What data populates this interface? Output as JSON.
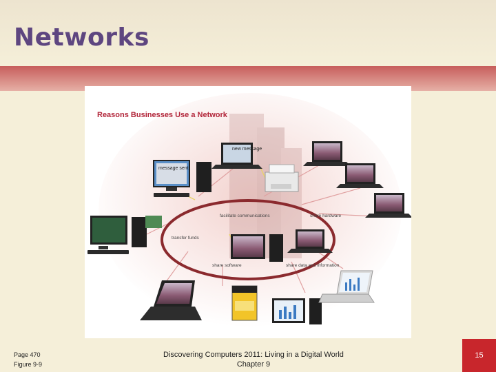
{
  "slide": {
    "title": "Networks",
    "footer_left_line1": "Page 470",
    "footer_left_line2": "Figure 9-9",
    "footer_center_line1": "Discovering Computers 2011: Living in a Digital World",
    "footer_center_line2": "Chapter 9",
    "page_number": "15"
  },
  "figure": {
    "heading": "Reasons Businesses Use a Network",
    "msg_new": "new message",
    "msg_sent": "message sent",
    "label_facilitate": "facilitate communications",
    "label_share_hw": "share hardware",
    "label_transfer": "transfer funds",
    "label_share_sw": "share software",
    "label_share_data": "share data and information"
  },
  "colors": {
    "title": "#5e4680",
    "band": "#c75e5c",
    "background": "#f5efd9",
    "page_badge": "#c8262c",
    "ring": "#8b2a2e"
  }
}
